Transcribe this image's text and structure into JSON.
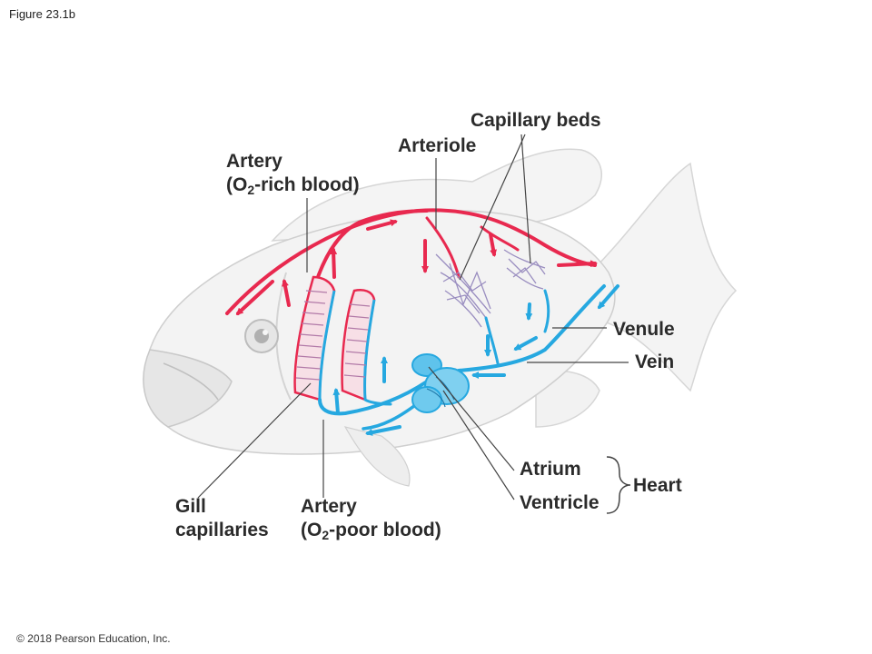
{
  "figure_label": "Figure 23.1b",
  "copyright": "© 2018 Pearson Education, Inc.",
  "labels": {
    "capillary_beds": "Capillary beds",
    "arteriole": "Arteriole",
    "artery_rich_line1": "Artery",
    "artery_rich_prefix": "(O",
    "artery_rich_sub": "2",
    "artery_rich_suffix": "-rich blood)",
    "venule": "Venule",
    "vein": "Vein",
    "atrium": "Atrium",
    "ventricle": "Ventricle",
    "heart": "Heart",
    "gill_line1": "Gill",
    "gill_line2": "capillaries",
    "artery_poor_line1": "Artery",
    "artery_poor_prefix": "(O",
    "artery_poor_sub": "2",
    "artery_poor_suffix": "-poor blood)"
  },
  "colors": {
    "oxygen_rich": "#e8294f",
    "oxygen_poor": "#26a8e0",
    "capillary_mix": "#9a8ec0",
    "body": "#f3f3f3",
    "outline": "#cfcfcf",
    "leader_line": "#444444"
  }
}
